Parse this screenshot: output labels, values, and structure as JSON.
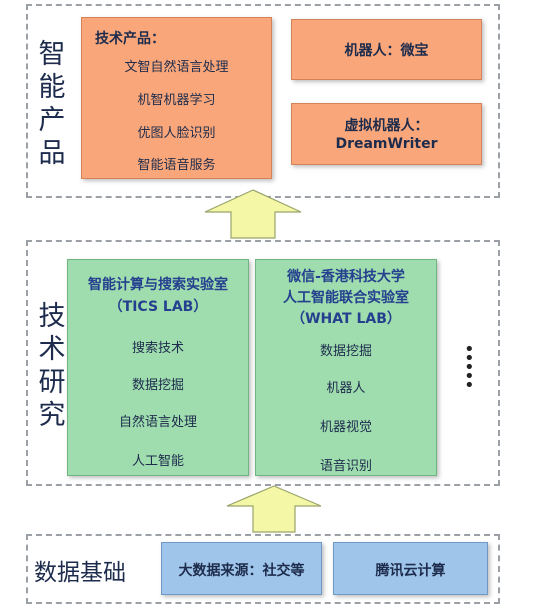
{
  "layers": {
    "products": {
      "title": "智能产品",
      "tech_products": {
        "title": "技术产品：",
        "items": [
          "文智自然语言处理",
          "机智机器学习",
          "优图人脸识别",
          "智能语音服务"
        ]
      },
      "robot": "机器人：微宝",
      "virtual_robot": {
        "line1": "虚拟机器人：",
        "line2": "DreamWriter"
      }
    },
    "research": {
      "title": "技术研究",
      "tics": {
        "title1": "智能计算与搜索实验室",
        "title2": "（TICS LAB）",
        "items": [
          "搜索技术",
          "数据挖掘",
          "自然语言处理",
          "人工智能"
        ]
      },
      "what": {
        "title1": "微信-香港科技大学",
        "title2": "人工智能联合实验室",
        "title3": "（WHAT LAB）",
        "items": [
          "数据挖掘",
          "机器人",
          "机器视觉",
          "语音识别"
        ]
      },
      "more": "⋮"
    },
    "data": {
      "title": "数据基础",
      "source": "大数据来源：社交等",
      "cloud": "腾讯云计算"
    }
  },
  "colors": {
    "orange": "#f9a77a",
    "green": "#9fdcae",
    "blue": "#9fc6ea",
    "arrow": "#f3f7a6"
  }
}
